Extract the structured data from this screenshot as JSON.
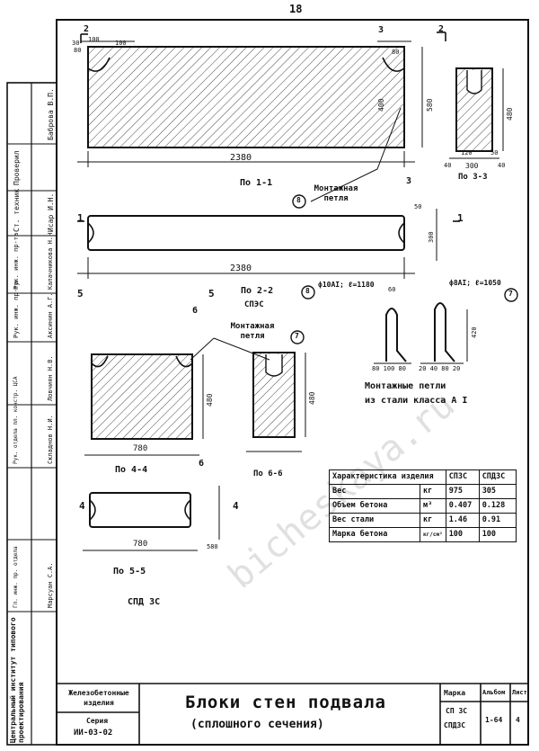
{
  "sheet": {
    "page_number": "18"
  },
  "sections": {
    "s11": "По 1-1",
    "s22": "По 2-2",
    "s33": "По 3-3",
    "s44": "По 4-4",
    "s55": "По 5-5",
    "s66": "По 6-6",
    "spd3s_mid": "СПЭС",
    "spd3s_bottom": "СПД 3С"
  },
  "notes": {
    "loop_label_1": "Монтажная петля",
    "loop_label_2": "Монтажная петля",
    "loop_bar_8": "ф10АI; ℓ=1180",
    "loop_bar_7": "ф8АI; ℓ=1050",
    "loops_caption_1": "Монтажные петли",
    "loops_caption_2": "из стали класса А I",
    "callout_8a": "8",
    "callout_8b": "8",
    "callout_7a": "7",
    "callout_7b": "7"
  },
  "dimensions": {
    "d2380a": "2380",
    "d2380b": "2380",
    "d580a": "580",
    "d580b": "580",
    "d480a": "480",
    "d480b": "480",
    "d480c": "480",
    "d300a": "300",
    "d300b": "300",
    "d780a": "780",
    "d780b": "780",
    "d400": "400",
    "d420": "420",
    "d100a": "100",
    "d100b": "100",
    "d30": "30",
    "d80a": "80",
    "d80b": "80",
    "d120": "120",
    "d50a": "50",
    "d50b": "50",
    "d40a": "40",
    "d40b": "40",
    "d60": "60",
    "loop_base_a": "80 100 80",
    "loop_base_b": "20 40 80 20",
    "cut1": "1",
    "cut2": "2",
    "cut3": "3",
    "cut4": "4",
    "cut5": "5",
    "cut6": "6"
  },
  "table": {
    "header": [
      "Характеристика изделия",
      "",
      "СПЗС",
      "СПДЗС"
    ],
    "rows": [
      [
        "Вес",
        "кг",
        "975",
        "305"
      ],
      [
        "Объем бетона",
        "м³",
        "0.407",
        "0.128"
      ],
      [
        "Вес стали",
        "кг",
        "1.46",
        "0.91"
      ],
      [
        "Марка бетона",
        "кг/см²",
        "100",
        "100"
      ]
    ]
  },
  "titleblock": {
    "left_block": "Железобетонные изделия",
    "series_label": "Серия",
    "series_value": "ИИ-03-02",
    "title": "Блоки стен подвала",
    "subtitle": "(сплошного сечения)",
    "mark_label": "Марка",
    "mark_1": "СП 3С",
    "mark_2": "СПД3С",
    "album_label": "Альбом",
    "album_value": "1-64",
    "sheet_label": "Лист",
    "sheet_value": "4"
  },
  "sidebar": {
    "org": "Центральный институт типового проектирования",
    "roles": [
      "Проверил",
      "Ст. техник",
      "Рук. инж. пр-та",
      "Рук. инж. пр-та",
      "Рук. отдела пл. констр. ЦСА",
      "Гл. инж. пр. отдела"
    ],
    "names": [
      "Баброва В.П.",
      "Исар И.Н.",
      "Калачникова Н.Н.",
      "Аксинин А.Г.",
      "Ловчиян Н.В.",
      "Складнов Н.И.",
      "Марсуан С.А."
    ]
  },
  "watermark": "bicheskaya.ru"
}
